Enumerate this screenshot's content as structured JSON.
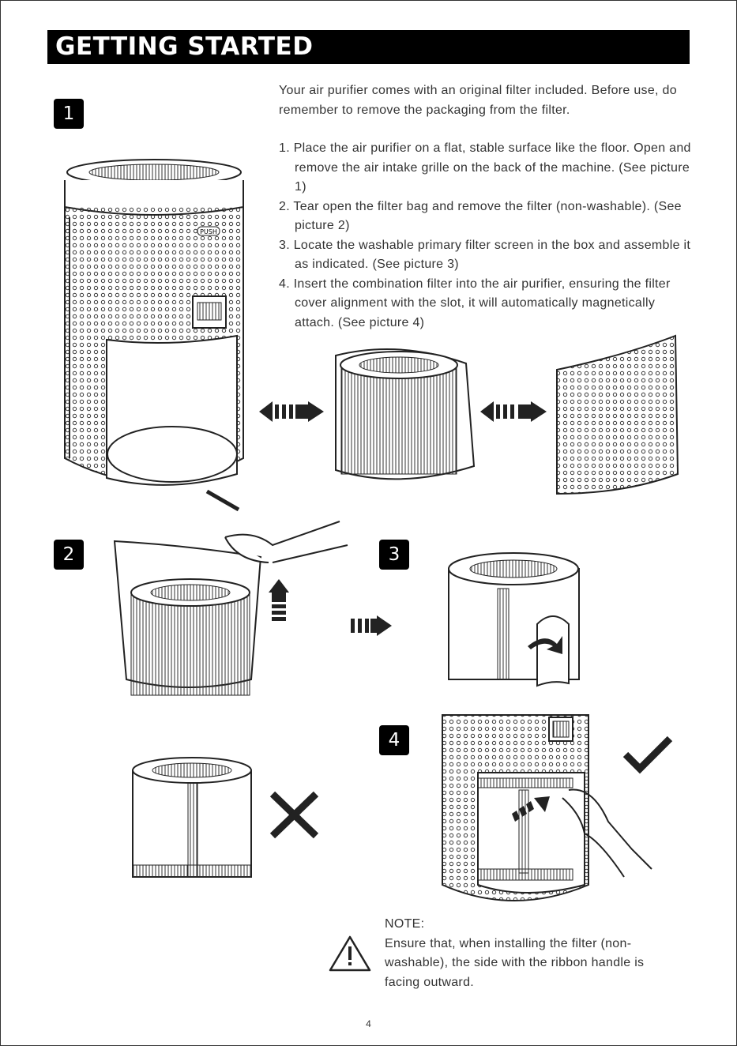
{
  "page": {
    "title": "GETTING STARTED",
    "page_number": "4"
  },
  "badges": {
    "b1": "1",
    "b2": "2",
    "b3": "3",
    "b4": "4"
  },
  "illustration": {
    "push_label": "PUSH"
  },
  "intro": "Your air purifier comes with an original filter included. Before use, do remember to remove the packaging from the filter.",
  "steps": [
    "1. Place the air purifier on a flat, stable surface like the floor. Open and remove the air intake grille on the back of the machine. (See picture 1)",
    "2. Tear open the filter bag and remove the filter (non-washable). (See picture 2)",
    "3. Locate the washable primary filter screen in the box and assemble it as indicated. (See picture 3)",
    "4. Insert the combination filter into the air purifier, ensuring the filter cover alignment with the slot, it will automatically magnetically attach. (See picture 4)"
  ],
  "note": {
    "heading": "NOTE:",
    "text": "Ensure that, when installing the filter (non-washable), the side with the ribbon handle is facing outward."
  },
  "icons": [
    "warning-icon",
    "check-icon",
    "cross-icon",
    "arrow-icon"
  ]
}
